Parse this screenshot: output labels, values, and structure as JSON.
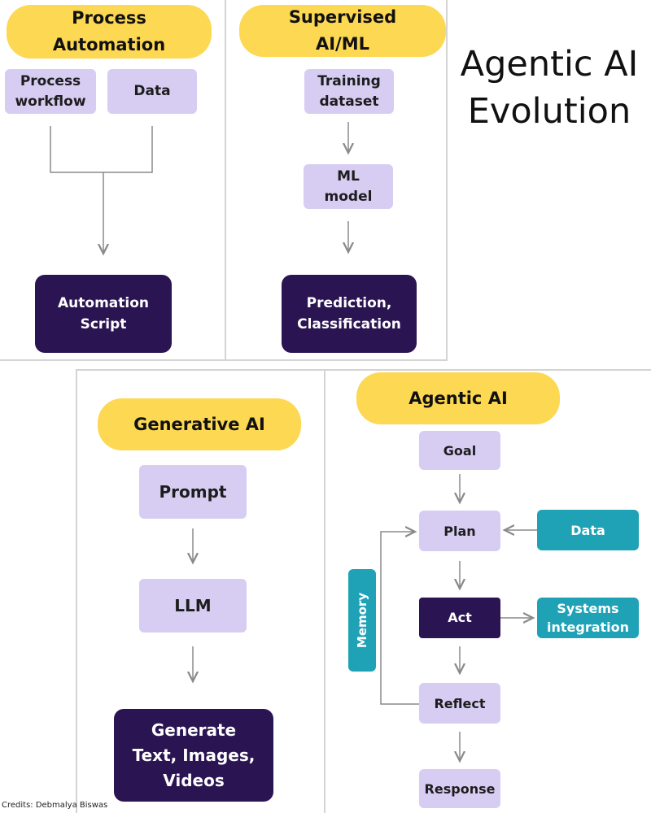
{
  "title": "Agentic AI\nEvolution",
  "credits": "Credits: Debmalya Biswas",
  "panels": {
    "process_automation": {
      "title": "Process\nAutomation",
      "inputs": [
        "Process\nworkflow",
        "Data"
      ],
      "output": "Automation\nScript"
    },
    "supervised_ml": {
      "title": "Supervised\nAI/ML",
      "steps": [
        "Training\ndataset",
        "ML\nmodel"
      ],
      "output": "Prediction,\nClassification"
    },
    "generative_ai": {
      "title": "Generative AI",
      "steps": [
        "Prompt",
        "LLM"
      ],
      "output": "Generate\nText, Images,\nVideos"
    },
    "agentic_ai": {
      "title": "Agentic AI",
      "steps": [
        "Goal",
        "Plan",
        "Act",
        "Reflect",
        "Response"
      ],
      "side_boxes": [
        "Data",
        "Systems\nintegration"
      ],
      "memory_label": "Memory"
    }
  },
  "colors": {
    "highlight": "#fcd853",
    "lavender": "#d7cdf3",
    "dark_purple": "#2b1452",
    "teal": "#20a2b6",
    "arrow": "#8a8a8a"
  }
}
